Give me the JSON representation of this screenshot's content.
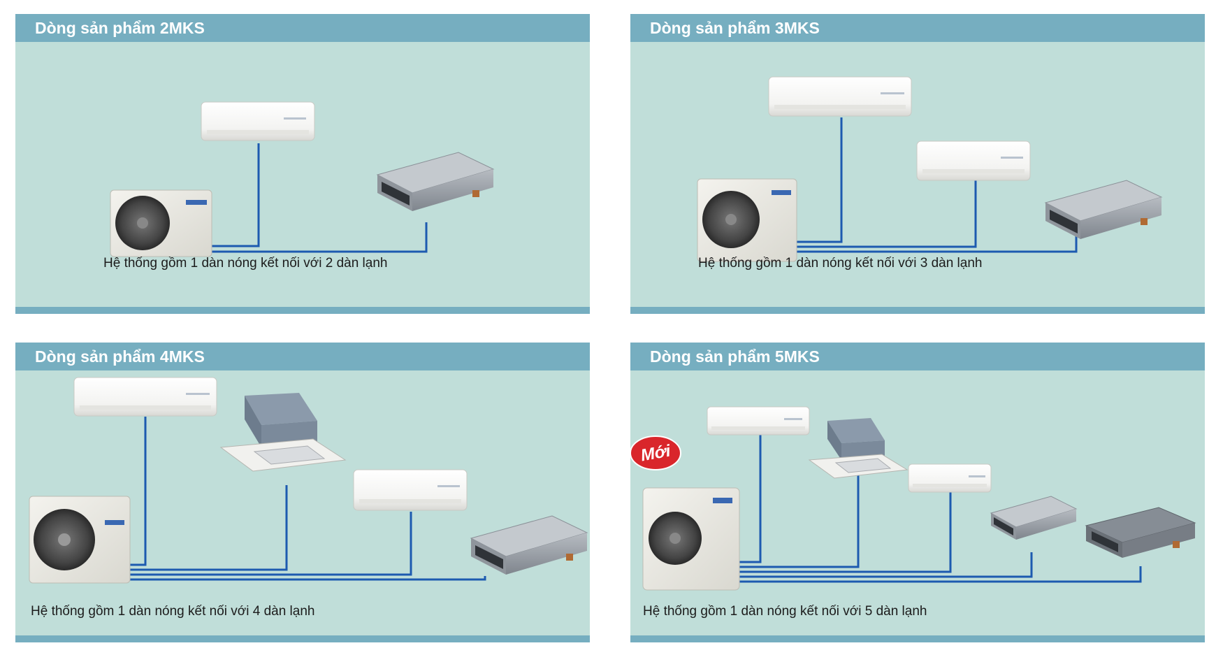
{
  "colors": {
    "header": "#76aec0",
    "panel_bg": "#c0ded9",
    "pipe": "#1d5ab0",
    "title_text": "#ffffff",
    "badge": "#d9262b"
  },
  "panels": [
    {
      "title": "Dòng sản phẩm 2MKS",
      "caption": "Hệ thống gồm 1 dàn nóng kết nối với 2 dàn lạnh",
      "indoor_units": 2
    },
    {
      "title": "Dòng sản phẩm 3MKS",
      "caption": "Hệ thống gồm 1 dàn nóng kết nối với 3 dàn lạnh",
      "indoor_units": 3
    },
    {
      "title": "Dòng sản phẩm 4MKS",
      "caption": "Hệ thống gồm 1 dàn nóng kết nối với 4 dàn lạnh",
      "indoor_units": 4
    },
    {
      "title": "Dòng sản phẩm 5MKS",
      "caption": "Hệ thống gồm 1 dàn nóng kết nối với 5 dàn lạnh",
      "indoor_units": 5,
      "badge": "Mới"
    }
  ]
}
